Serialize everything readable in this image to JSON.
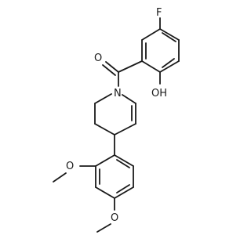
{
  "molecule": {
    "atom_labels": {
      "fluorine": "F",
      "carbonyl_oxygen": "O",
      "nitrogen": "N",
      "hydroxyl": "OH",
      "methoxy_oxygen_1": "O",
      "methoxy_oxygen_2": "O"
    }
  }
}
